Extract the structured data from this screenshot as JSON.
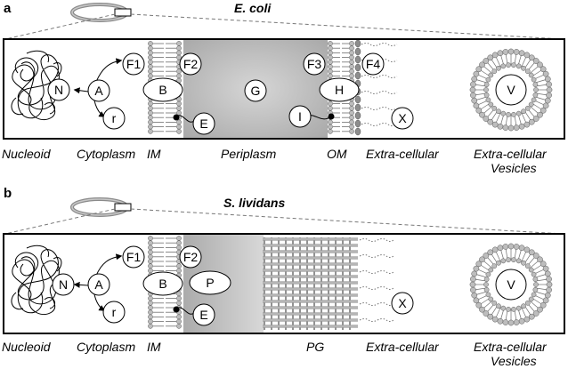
{
  "panels": [
    {
      "letter": "a",
      "species": "E. coli",
      "nodes": {
        "N": "N",
        "A": "A",
        "r": "r",
        "F1": "F1",
        "F2": "F2",
        "B": "B",
        "E": "E",
        "G": "G",
        "F3": "F3",
        "H": "H",
        "F4": "F4",
        "I": "I",
        "X": "X",
        "V": "V"
      },
      "captions": [
        "Nucleoid",
        "Cytoplasm",
        "IM",
        "Periplasm",
        "OM",
        "Extra-cellular",
        "Extra-cellular",
        "Vesicles"
      ]
    },
    {
      "letter": "b",
      "species": "S. lividans",
      "nodes": {
        "N": "N",
        "A": "A",
        "r": "r",
        "F1": "F1",
        "F2": "F2",
        "B": "B",
        "P": "P",
        "E": "E",
        "X": "X",
        "V": "V"
      },
      "captions": [
        "Nucleoid",
        "Cytoplasm",
        "IM",
        "PG",
        "Extra-cellular",
        "Extra-cellular",
        "Vesicles"
      ]
    }
  ],
  "colors": {
    "outline": "#000000",
    "membrane_head": "#bdbdbd",
    "membrane_tail": "#6e6e6e",
    "periplasm_center": "#d2d2d2",
    "periplasm_edge": "#a8a8a8",
    "node_fill": "#ffffff"
  }
}
